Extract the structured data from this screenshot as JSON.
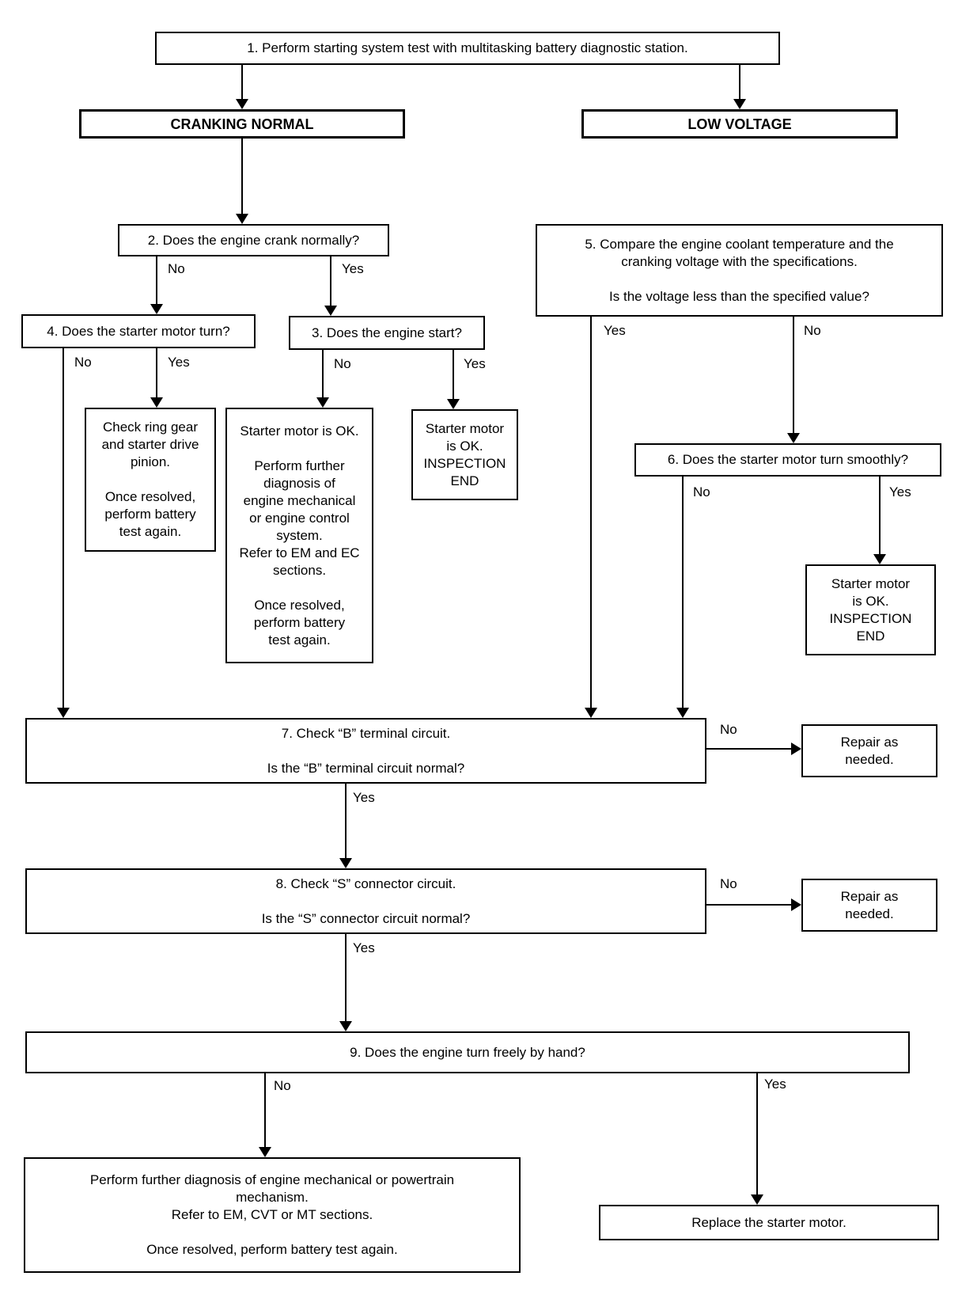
{
  "nodes": {
    "step1": "1. Perform starting system test with multitasking battery diagnostic station.",
    "cranking_normal": "CRANKING NORMAL",
    "low_voltage": "LOW VOLTAGE",
    "step2": "2. Does the engine crank normally?",
    "step4": "4. Does the starter motor turn?",
    "step3": "3. Does the engine start?",
    "step5": "5. Compare the engine coolant temperature and the\ncranking voltage with the specifications.\n\nIs the voltage less than the specified value?",
    "step6": "6. Does the starter motor turn smoothly?",
    "check_ring_gear": "Check ring gear\nand starter drive\npinion.\n\nOnce resolved,\nperform battery\ntest again.",
    "starter_ok_diagnosis": "Starter motor is OK.\n\nPerform further\ndiagnosis of\nengine mechanical\nor engine control\nsystem.\nRefer to EM and EC\nsections.\n\nOnce resolved,\nperform battery\ntest again.",
    "inspection_end_left": "Starter motor\nis OK.\nINSPECTION\nEND",
    "inspection_end_right": "Starter motor\nis OK.\nINSPECTION\nEND",
    "step7": "7. Check “B” terminal circuit.\n\nIs the “B” terminal circuit normal?",
    "repair_b": "Repair as\nneeded.",
    "step8": "8. Check “S” connector circuit.\n\nIs the “S” connector circuit normal?",
    "repair_s": "Repair as\nneeded.",
    "step9": "9. Does the engine turn freely by hand?",
    "further_diagnosis": "Perform further diagnosis of engine mechanical or powertrain\nmechanism.\nRefer to EM, CVT or MT sections.\n\nOnce resolved, perform battery test again.",
    "replace_starter": "Replace the starter motor."
  },
  "edges": {
    "step2_no": "No",
    "step2_yes": "Yes",
    "step4_no": "No",
    "step4_yes": "Yes",
    "step3_no": "No",
    "step3_yes": "Yes",
    "step5_yes": "Yes",
    "step5_no": "No",
    "step6_no": "No",
    "step6_yes": "Yes",
    "step7_no": "No",
    "step7_yes": "Yes",
    "step8_no": "No",
    "step8_yes": "Yes",
    "step9_no": "No",
    "step9_yes": "Yes"
  },
  "colors": {
    "background": "#ffffff",
    "line": "#000000",
    "text": "#000000"
  }
}
